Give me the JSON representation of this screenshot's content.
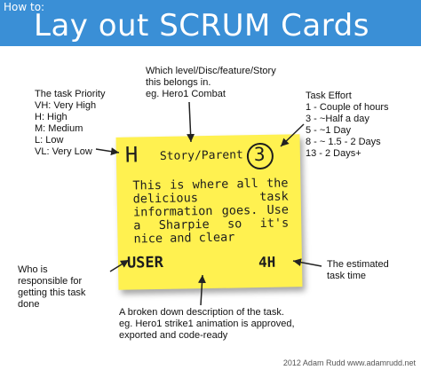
{
  "header": {
    "small_title": "How to:",
    "main_title": "Lay out SCRUM Cards"
  },
  "notes": {
    "story": [
      "Which level/Disc/feature/Story",
      "this belongs in.",
      "eg. Hero1 Combat"
    ],
    "priority": [
      "The task Priority",
      "VH: Very High",
      "H: High",
      "M: Medium",
      "L: Low",
      "VL: Very Low"
    ],
    "effort": [
      "Task Effort",
      "1 - Couple of hours",
      "3 - ~Half a day",
      "5 - ~1 Day",
      "8 - ~ 1.5 - 2 Days",
      "13 - 2 Days+"
    ],
    "who": [
      "Who is",
      "responsible for",
      "getting this task",
      "done"
    ],
    "estimate": [
      "The estimated",
      "task time"
    ],
    "description": [
      "A broken down description of the task.",
      "eg. Hero1 strike1 animation is approved,",
      "exported and code-ready"
    ]
  },
  "card": {
    "priority": "H",
    "story": "Story/Parent",
    "effort": "3",
    "body": "This is where all the delicious task information goes. Use a Sharpie so it's nice and clear",
    "user": "USER",
    "estimate": "4H"
  },
  "credit": "2012 Adam Rudd www.adamrudd.net"
}
